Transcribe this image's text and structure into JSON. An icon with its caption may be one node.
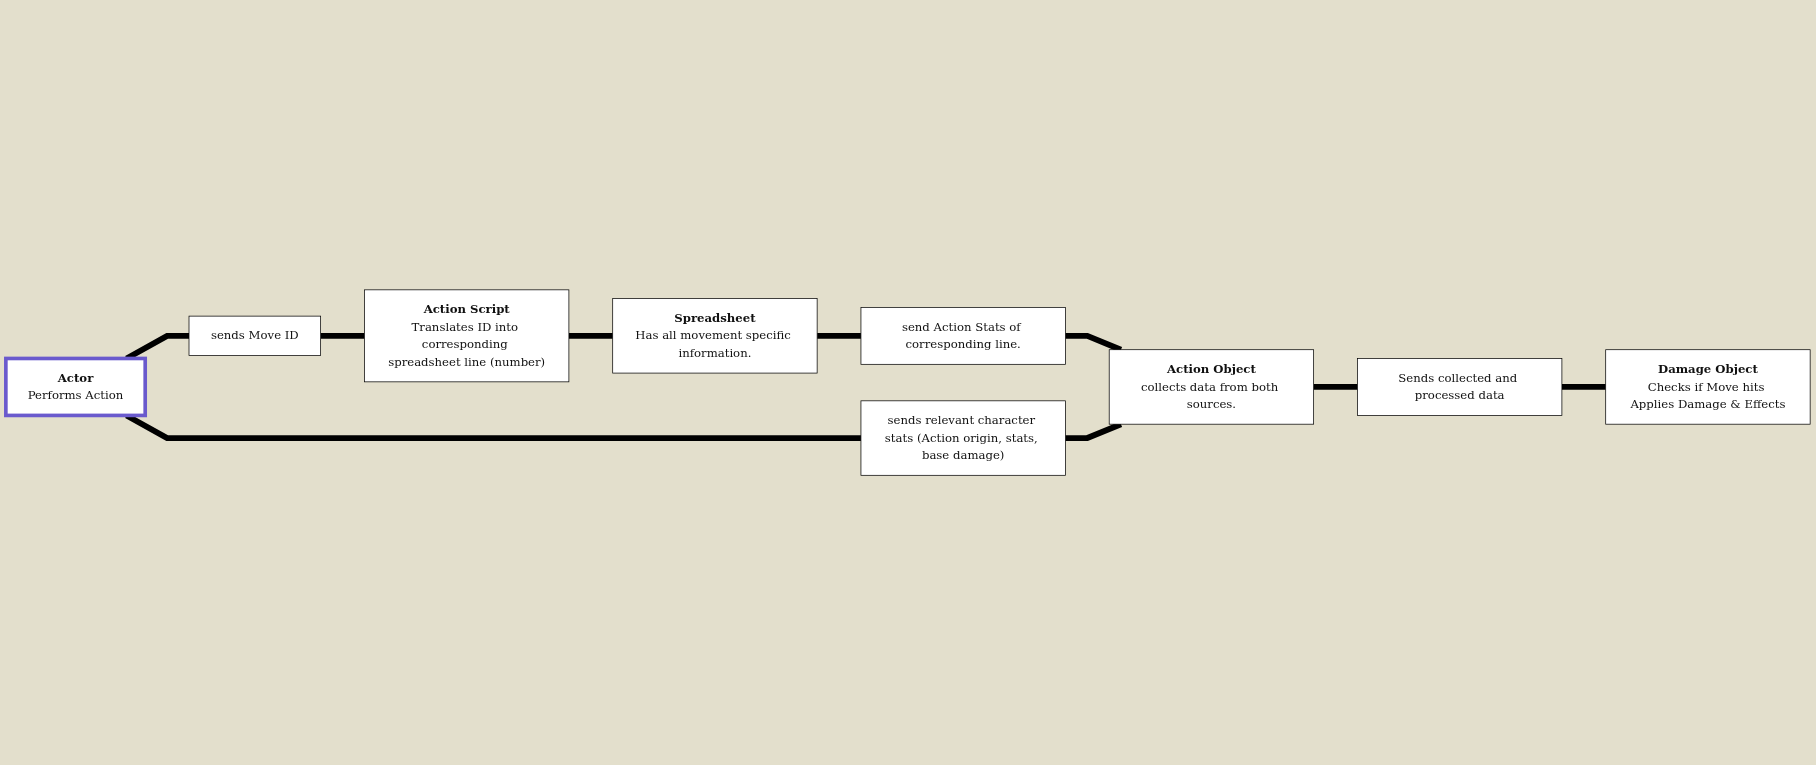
{
  "diagram": {
    "nodes": [
      {
        "text": [
          "Actor",
          "Performs Action"
        ]
      },
      {
        "text": [
          "sends Move ID"
        ]
      },
      {
        "text": [
          "Action Script",
          "Translates ID into corresponding spreadsheet line (number)"
        ]
      },
      {
        "text": [
          "Spreadsheet",
          "Has all movement specific information."
        ]
      },
      {
        "text": [
          "send Action Stats of corresponding line."
        ]
      },
      {
        "text": [
          "sends relevant character stats (Action origin, stats, base damage)"
        ]
      },
      {
        "text": [
          "Action Object",
          "collects data from both sources."
        ]
      },
      {
        "text": [
          "Sends collected and processed data"
        ]
      },
      {
        "text": [
          "Damage Object",
          "Checks if Move hits Applies Damage & Effects"
        ]
      }
    ],
    "edges": [
      {
        "from": 0,
        "to": 1,
        "arrow": "none"
      },
      {
        "from": 1,
        "to": 2,
        "arrow": "none"
      },
      {
        "from": 2,
        "to": 3,
        "arrow": "none"
      },
      {
        "from": 3,
        "to": 4,
        "arrow": "none"
      },
      {
        "from": 4,
        "to": 6,
        "arrow": "none"
      },
      {
        "from": 0,
        "to": 5,
        "arrow": "none"
      },
      {
        "from": 5,
        "to": 6,
        "arrow": "none"
      },
      {
        "from": 6,
        "to": 7,
        "arrow": "none"
      },
      {
        "from": 7,
        "to": 8,
        "arrow": "none"
      }
    ]
  }
}
